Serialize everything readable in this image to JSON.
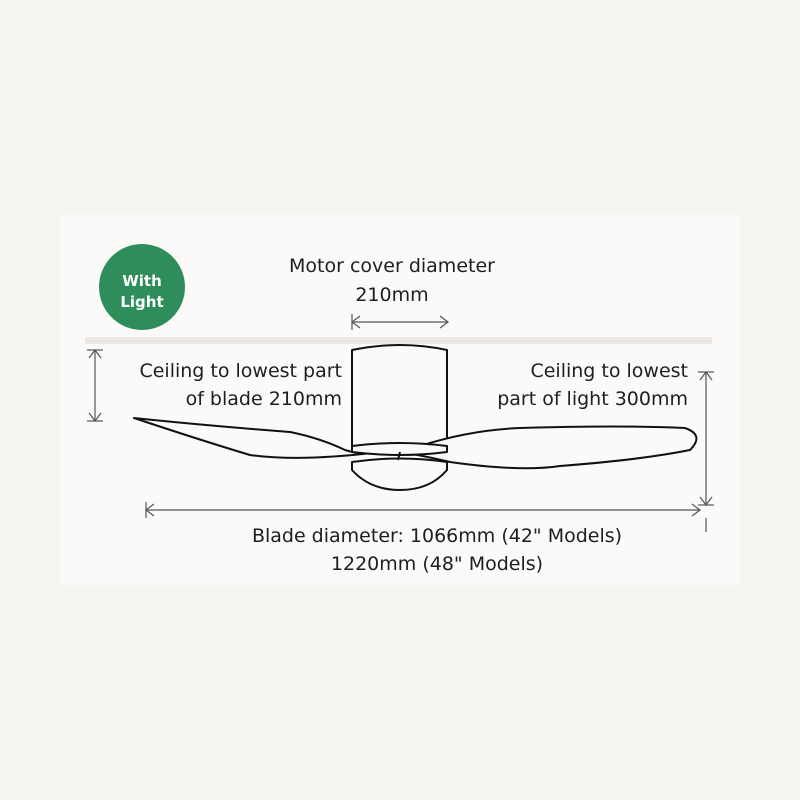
{
  "badge": {
    "line1": "With",
    "line2": "Light",
    "color": "#2f8d5c"
  },
  "motor_cover": {
    "line1": "Motor cover diameter",
    "line2": "210mm"
  },
  "ceiling_blade": {
    "line1": "Ceiling to lowest part",
    "line2": "of blade 210mm"
  },
  "ceiling_light": {
    "line1": "Ceiling to lowest",
    "line2": "part of light 300mm"
  },
  "blade_diameter": {
    "line1": "Blade diameter: 1066mm (42\" Models)",
    "line2": "1220mm (48\" Models)"
  }
}
